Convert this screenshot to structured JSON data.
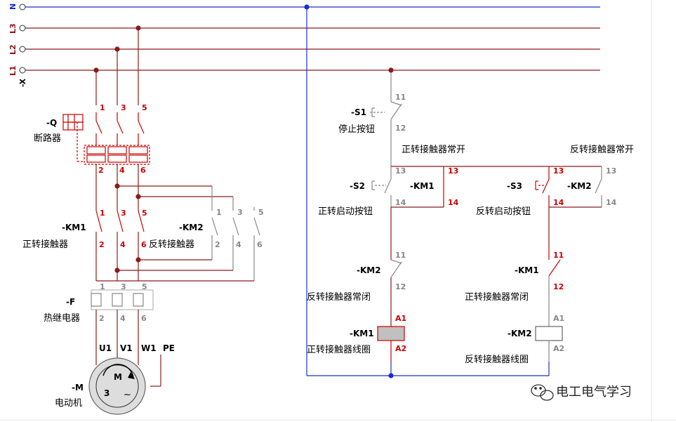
{
  "buses": {
    "n": "N",
    "l3": "L3",
    "l2": "L2",
    "l1": "L1",
    "x": "-X"
  },
  "colors": {
    "wire": "#8b1a1a",
    "neutral": "#1a2fcc",
    "live": "#cc0000",
    "inactive": "#888888",
    "coil_on": "#c0c0c0"
  },
  "main": {
    "q_tag": "-Q",
    "q_name": "断路器",
    "km1_tag": "-KM1",
    "km1_name": "正转接触器",
    "km2_tag": "-KM2",
    "km2_name": "反转接触器",
    "f_tag": "-F",
    "f_name": "热继电器",
    "m_tag": "-M",
    "m_name": "电动机",
    "motor_letter": "M",
    "motor_phase": "3",
    "motor_tilde": "~",
    "t1": "1",
    "t3": "3",
    "t5": "5",
    "t2": "2",
    "t4": "4",
    "t6": "6",
    "u1": "U1",
    "v1": "V1",
    "w1": "W1",
    "pe": "PE"
  },
  "control": {
    "s1_tag": "-S1",
    "s1_name": "停止按钮",
    "s1_top": "11",
    "s1_bot": "12",
    "km1_no_title": "正转接触器常开",
    "km2_no_title": "反转接触器常开",
    "s2_tag": "-S2",
    "s2_name": "正转启动按钮",
    "s3_tag": "-S3",
    "s3_name": "反转启动按钮",
    "km1_aux_tag": "-KM1",
    "km2_aux_tag": "-KM2",
    "t13": "13",
    "t14": "14",
    "t11": "11",
    "t12": "12",
    "km2_nc_tag": "-KM2",
    "km2_nc_name": "反转接触器常闭",
    "km1_nc_tag": "-KM1",
    "km1_nc_name": "正转接触器常闭",
    "km1_coil_tag": "-KM1",
    "km1_coil_name": "正转接触器线圈",
    "km2_coil_tag": "-KM2",
    "km2_coil_name": "反转接触器线圈",
    "a1": "A1",
    "a2": "A2"
  },
  "watermark": "电工电气学习"
}
